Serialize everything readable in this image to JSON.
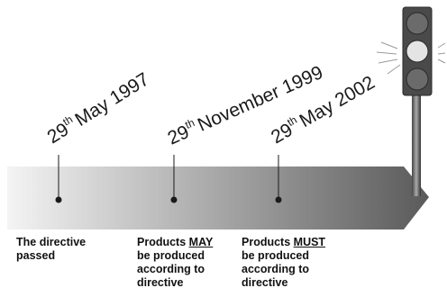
{
  "milestones": [
    {
      "date_day": "29",
      "date_suffix": "th",
      "date_rest": "May 1997",
      "description_lines": [
        "The directive",
        "passed"
      ]
    },
    {
      "date_day": "29",
      "date_suffix": "th",
      "date_rest": "November 1999",
      "description_pre": "Products ",
      "description_emphasis": "MAY",
      "description_lines": [
        "be produced",
        "according to",
        "directive"
      ]
    },
    {
      "date_day": "29",
      "date_suffix": "th",
      "date_rest": "May 2002",
      "description_pre": "Products ",
      "description_emphasis": "MUST",
      "description_lines": [
        "be produced",
        "according to",
        "directive"
      ]
    }
  ],
  "traffic_light": {
    "lit_lamp": "middle",
    "lamp_colors": [
      "#6b6b6b",
      "#e4e4e4",
      "#6b6b6b"
    ]
  },
  "colors": {
    "arrow_start": "#f4f4f4",
    "arrow_end": "#5a5a5a",
    "marker": "#1a1a1a"
  }
}
